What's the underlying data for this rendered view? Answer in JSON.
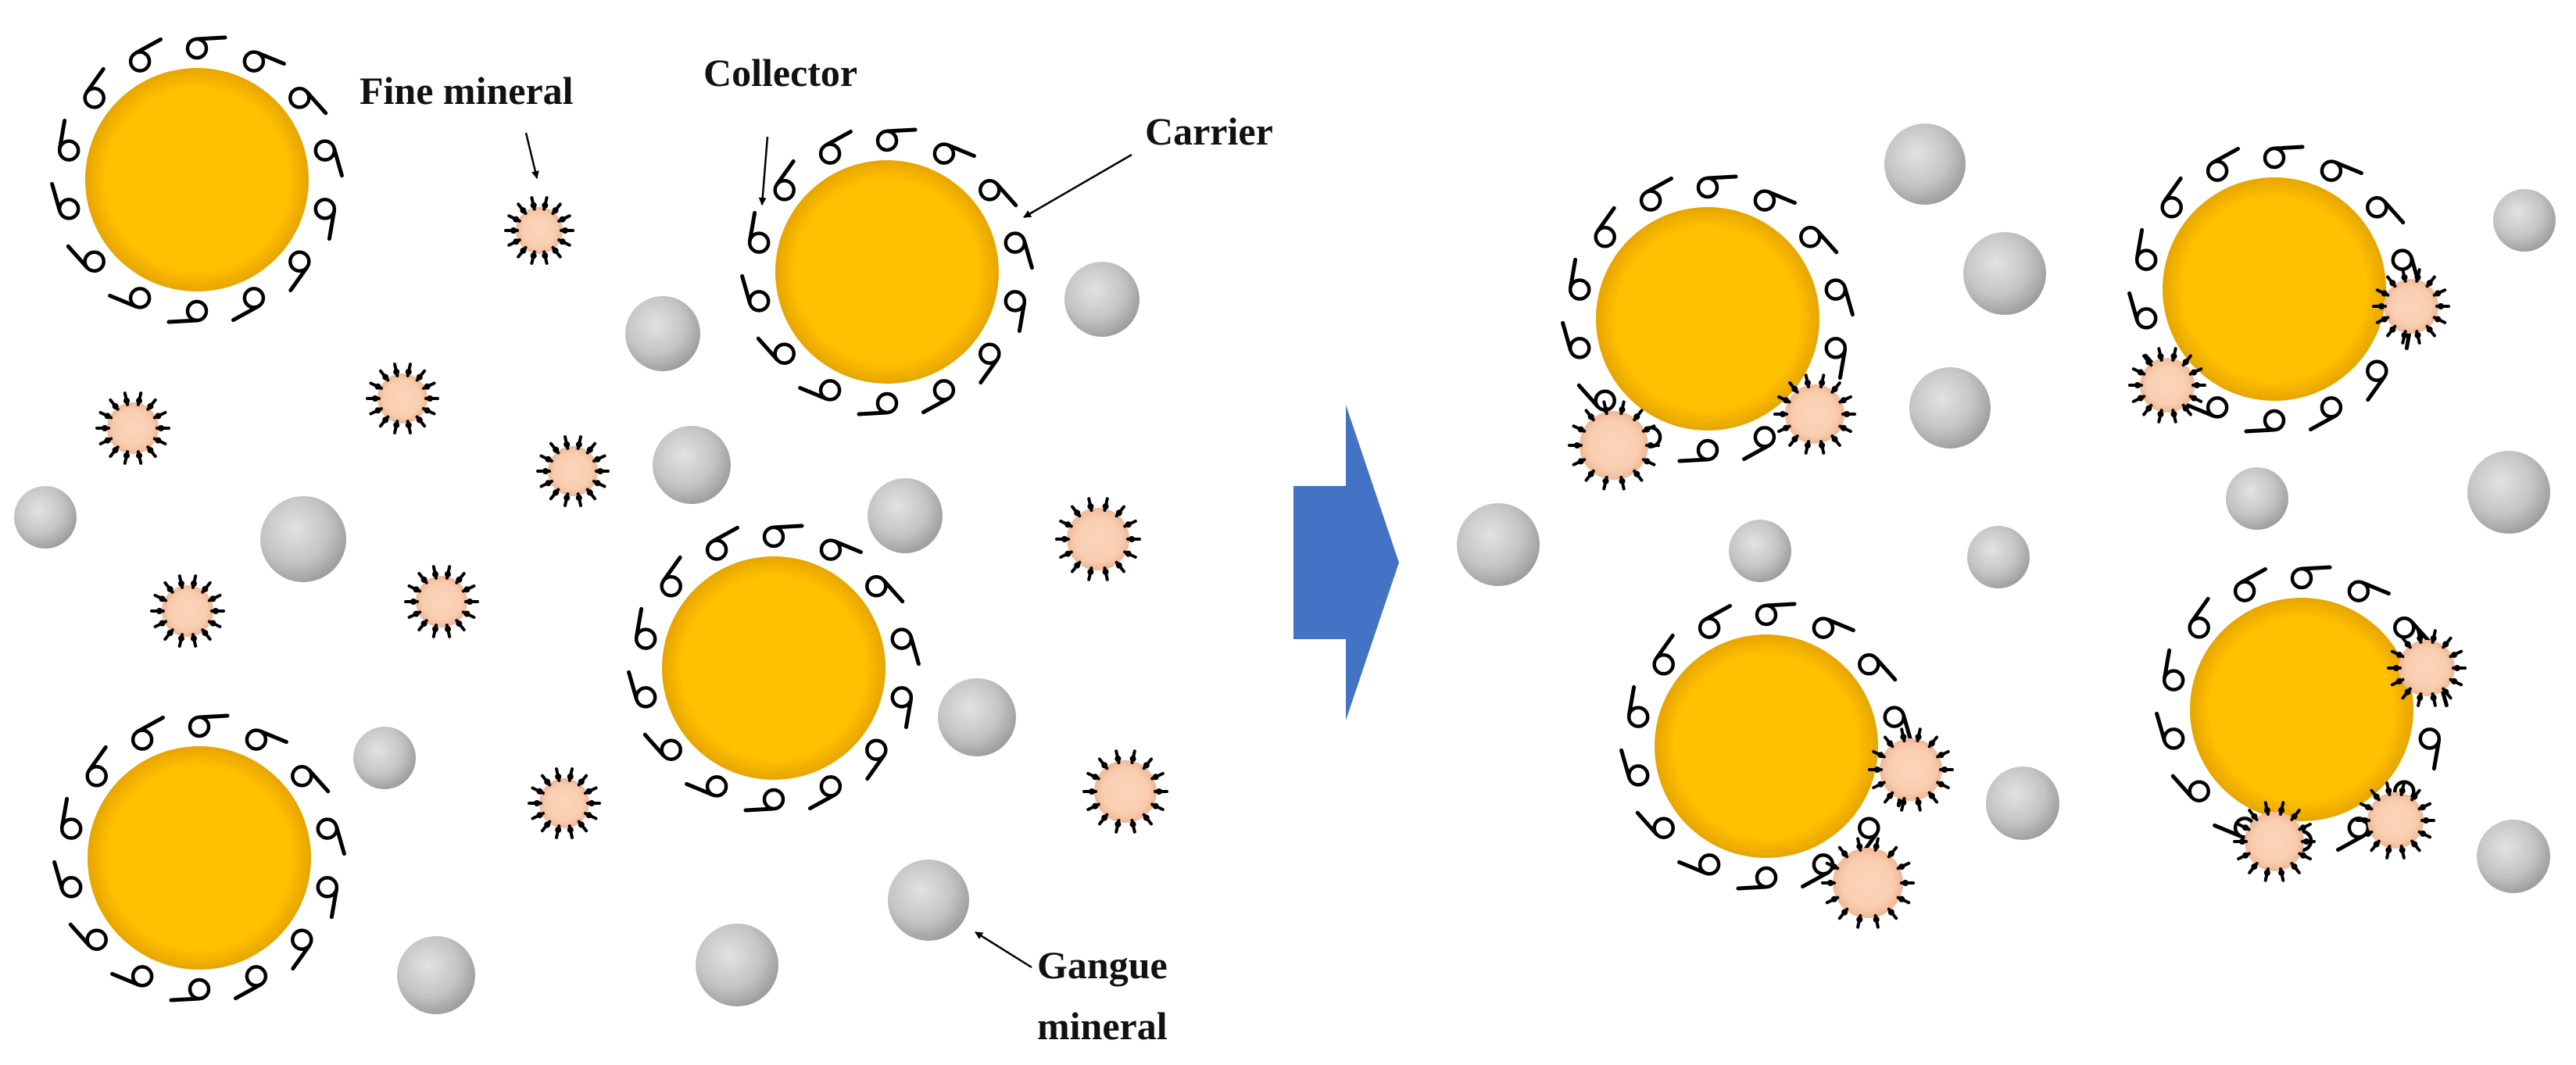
{
  "labels": {
    "fine_mineral": "Fine mineral",
    "collector": "Collector",
    "carrier": "Carrier",
    "gangue_line1": "Gangue",
    "gangue_line2": "mineral"
  },
  "colors": {
    "carrier_center": "#FFC000",
    "carrier_edge": "#E6A500",
    "fine_center": "#FBD5BB",
    "fine_edge": "#F0B896",
    "gangue_light": "#E2E2E2",
    "gangue_dark": "#9C9C9C",
    "arrow": "#4472C4",
    "ink": "#000000"
  },
  "icons": {
    "process_arrow": "right-block-arrow-icon",
    "collector": "collector-lollipop-icon"
  }
}
